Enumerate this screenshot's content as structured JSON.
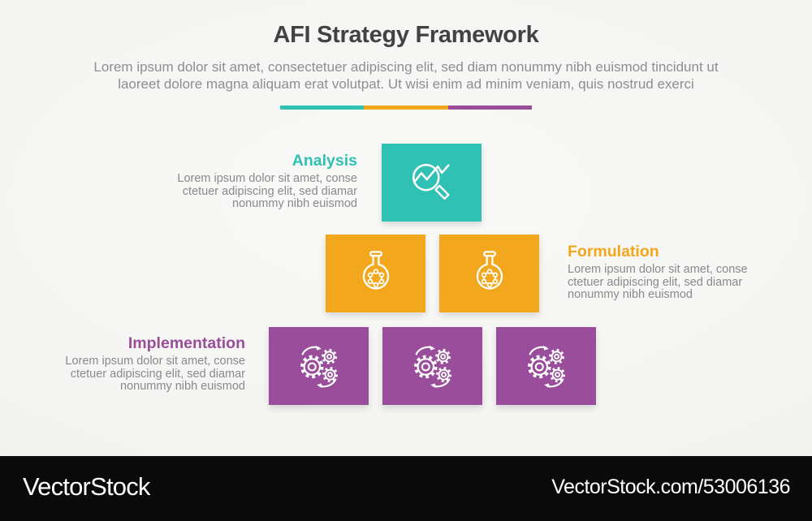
{
  "header": {
    "title": "AFI Strategy Framework",
    "subtitle_line1": "Lorem ipsum dolor sit amet, consectetuer adipiscing elit, sed diam nonummy nibh euismod tincidunt ut",
    "subtitle_line2": "laoreet dolore magna aliquam erat volutpat. Ut wisi enim ad minim veniam, quis nostrud exerci"
  },
  "divider": {
    "colors": [
      "#2fc1b3",
      "#f2a71d",
      "#9a4d9b"
    ]
  },
  "sections": [
    {
      "id": "analysis",
      "label": "Analysis",
      "color": "#2fc1b3",
      "icon": "magnifier-chart-icon",
      "box_count": 1,
      "body_line1": "Lorem ipsum dolor sit amet, conse",
      "body_line2": "ctetuer adipiscing elit, sed diamar",
      "body_line3": "nonummy nibh euismod"
    },
    {
      "id": "formulation",
      "label": "Formulation",
      "color": "#f2a71d",
      "icon": "flask-molecule-icon",
      "box_count": 2,
      "body_line1": "Lorem ipsum dolor sit amet, conse",
      "body_line2": "ctetuer adipiscing elit, sed diamar",
      "body_line3": "nonummy nibh euismod"
    },
    {
      "id": "implementation",
      "label": "Implementation",
      "color": "#9a4d9b",
      "icon": "gears-process-icon",
      "box_count": 3,
      "body_line1": "Lorem ipsum dolor sit amet, conse",
      "body_line2": "ctetuer adipiscing elit, sed diamar",
      "body_line3": "nonummy nibh euismod"
    }
  ],
  "watermark": {
    "brand": "VectorStock",
    "site_ref": "VectorStock.com/53006136"
  }
}
